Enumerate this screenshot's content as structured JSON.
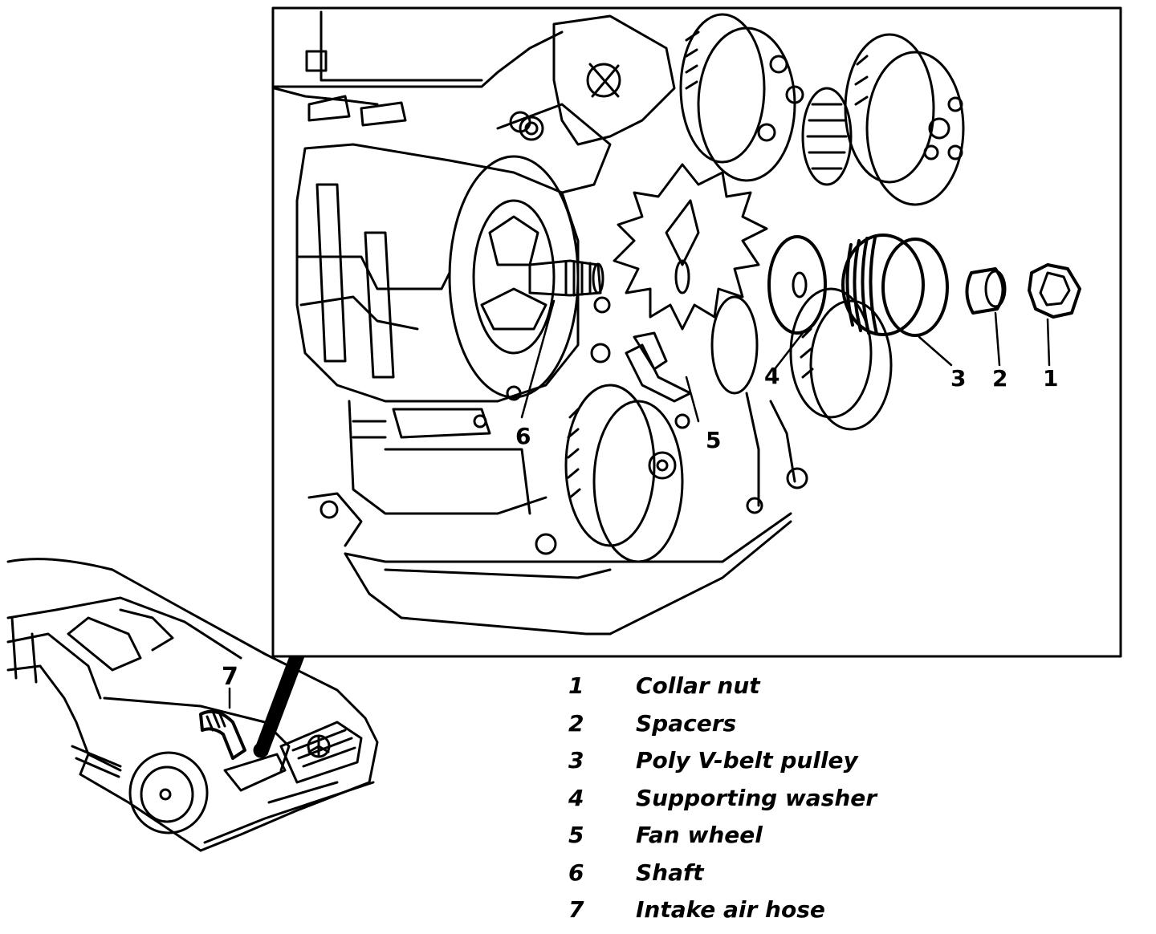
{
  "callouts": {
    "shaft": "6",
    "fan_wheel": "5",
    "supporting_washer": "4",
    "poly_v_belt_pulley": "3",
    "spacers": "2",
    "collar_nut": "1",
    "intake_air_hose": "7"
  },
  "legend": [
    {
      "num": "1",
      "label": "Collar nut"
    },
    {
      "num": "2",
      "label": "Spacers"
    },
    {
      "num": "3",
      "label": "Poly V-belt pulley"
    },
    {
      "num": "4",
      "label": "Supporting washer"
    },
    {
      "num": "5",
      "label": "Fan wheel"
    },
    {
      "num": "6",
      "label": "Shaft"
    },
    {
      "num": "7",
      "label": "Intake air hose"
    }
  ],
  "colors": {
    "ink": "#000000",
    "paper": "#ffffff"
  }
}
